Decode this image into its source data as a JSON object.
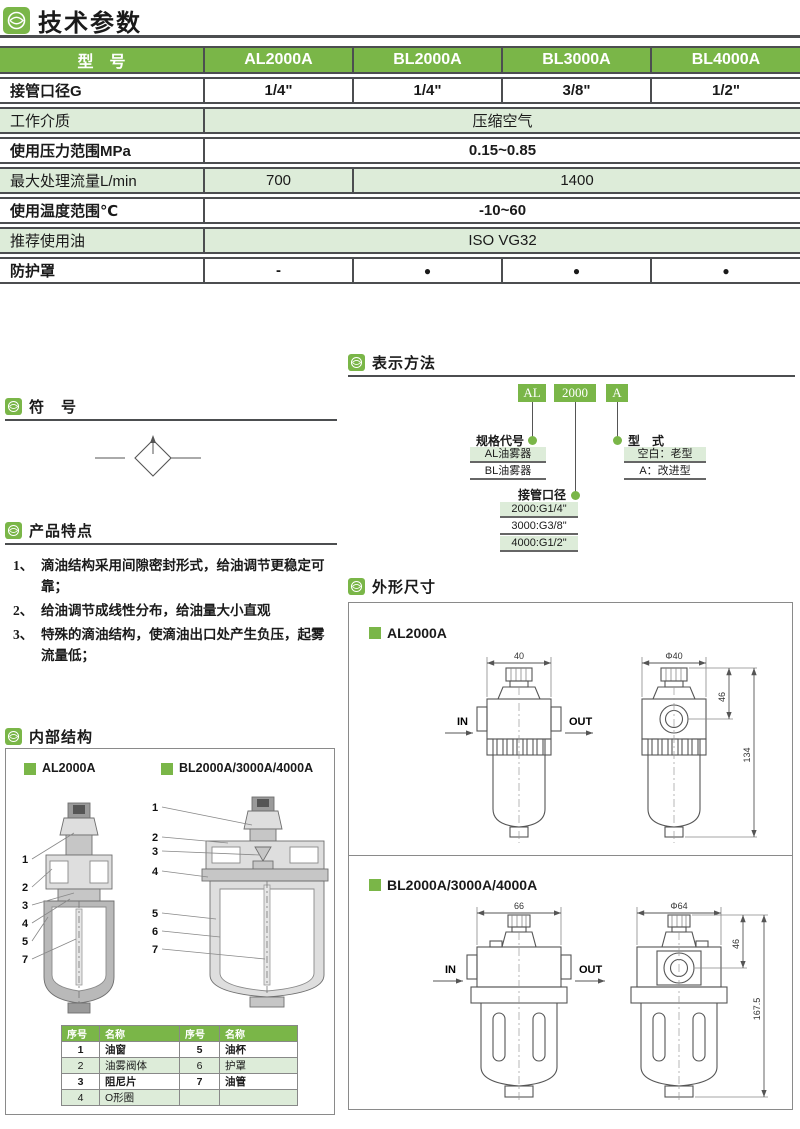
{
  "colors": {
    "accent": "#7ab648",
    "tint": "#ddecd9",
    "line": "#4c4e50"
  },
  "header": {
    "title": "技术参数"
  },
  "spec_table": {
    "header": [
      "型　号",
      "AL2000A",
      "BL2000A",
      "BL3000A",
      "BL4000A"
    ],
    "rows": {
      "port": {
        "label": "接管口径G",
        "values": [
          "1/4\"",
          "1/4\"",
          "3/8\"",
          "1/2\""
        ]
      },
      "medium": {
        "label": "工作介质",
        "span": "压缩空气"
      },
      "pressure": {
        "label": "使用压力范围MPa",
        "span": "0.15~0.85"
      },
      "flow": {
        "label": "最大处理流量L/min",
        "v1": "700",
        "v2": "1400"
      },
      "temp": {
        "label": "使用温度范围℃",
        "span": "-10~60"
      },
      "oil": {
        "label": "推荐使用油",
        "span": "ISO VG32"
      },
      "guard": {
        "label": "防护罩",
        "values": [
          "-",
          "●",
          "●",
          "●"
        ]
      }
    }
  },
  "ordering": {
    "title": "表示方法",
    "code_parts": [
      "AL",
      "2000",
      "A"
    ],
    "spec_code": {
      "label": "规格代号",
      "items": [
        "AL油雾器",
        "BL油雾器"
      ]
    },
    "type_code": {
      "label": "型　式",
      "items": [
        "空白：老型",
        "A：改进型"
      ]
    },
    "port_code": {
      "label": "接管口径",
      "items": [
        "2000:G1/4\"",
        "3000:G3/8\"",
        "4000:G1/2\""
      ]
    }
  },
  "symbol": {
    "title": "符　号"
  },
  "features": {
    "title": "产品特点",
    "items": [
      {
        "num": "1、",
        "text": "滴油结构采用间隙密封形式，给油调节更稳定可靠；"
      },
      {
        "num": "2、",
        "text": "给油调节成线性分布，给油量大小直观"
      },
      {
        "num": "3、",
        "text": "特殊的滴油结构，使滴油出口处产生负压，起雾流量低；"
      }
    ]
  },
  "internal": {
    "title": "内部结构",
    "al_label": "AL2000A",
    "bl_label": "BL2000A/3000A/4000A",
    "al_callouts": [
      "1",
      "2",
      "3",
      "4",
      "5",
      "7"
    ],
    "bl_callouts": [
      "1",
      "2",
      "3",
      "4",
      "5",
      "6",
      "7"
    ],
    "parts_table": {
      "headers": [
        "序号",
        "名称",
        "序号",
        "名称"
      ],
      "rows": [
        [
          "1",
          "油窗",
          "5",
          "油杯"
        ],
        [
          "2",
          "油雾阀体",
          "6",
          "护罩"
        ],
        [
          "3",
          "阻尼片",
          "7",
          "油管"
        ],
        [
          "4",
          "O形圈",
          "",
          ""
        ]
      ]
    }
  },
  "dimensions": {
    "title": "外形尺寸",
    "al": {
      "label": "AL2000A",
      "width": "40",
      "dia": "Φ40",
      "h1": "46",
      "h2": "134",
      "in": "IN",
      "out": "OUT"
    },
    "bl": {
      "label": "BL2000A/3000A/4000A",
      "width": "66",
      "dia": "Φ64",
      "h1": "46",
      "h2": "167.5",
      "in": "IN",
      "out": "OUT"
    }
  }
}
